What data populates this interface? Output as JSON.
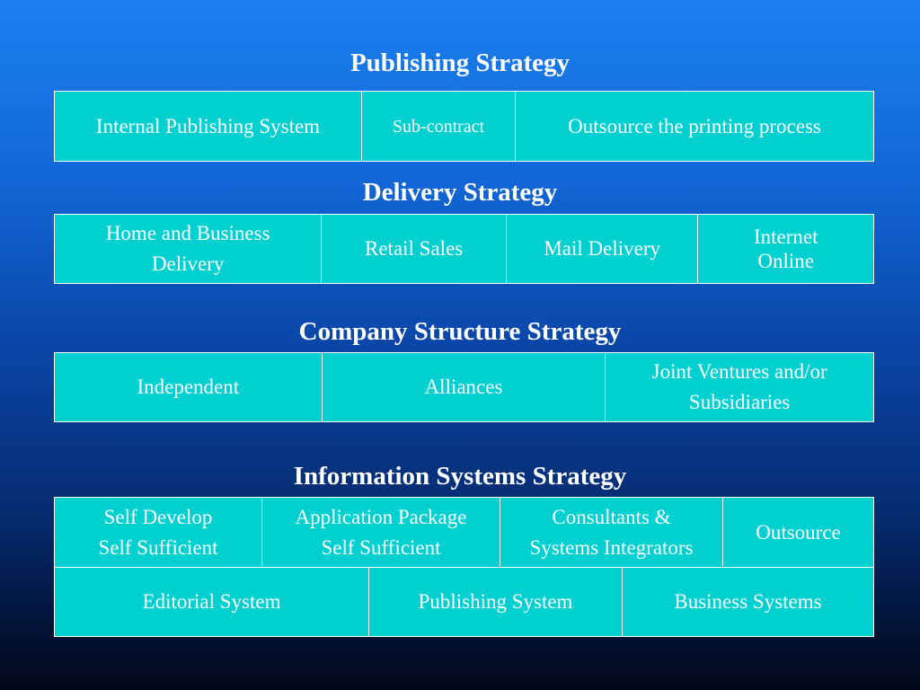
{
  "sections": {
    "publishing": {
      "title": "Publishing Strategy",
      "options": [
        "Internal Publishing System",
        "Sub-contract",
        "Outsource the printing process"
      ]
    },
    "delivery": {
      "title": "Delivery Strategy",
      "options": [
        "Home and Business\nDelivery",
        "Retail Sales",
        "Mail Delivery",
        "Internet\nOnline"
      ]
    },
    "company_structure": {
      "title": "Company Structure Strategy",
      "options": [
        "Independent",
        "Alliances",
        "Joint Ventures and/or\nSubsidiaries"
      ]
    },
    "information_systems": {
      "title": "Information Systems Strategy",
      "options": [
        "Self Develop\nSelf Sufficient",
        "Application Package\nSelf Sufficient",
        "Consultants &\nSystems Integrators",
        "Outsource"
      ],
      "systems": [
        "Editorial System",
        "Publishing System",
        "Business Systems"
      ]
    }
  },
  "colors": {
    "cell_fill": "#00d0d0",
    "cell_border": "#ffffff",
    "text": "#ffffff",
    "background_top": "#1b80f0",
    "background_bottom": "#010718"
  }
}
